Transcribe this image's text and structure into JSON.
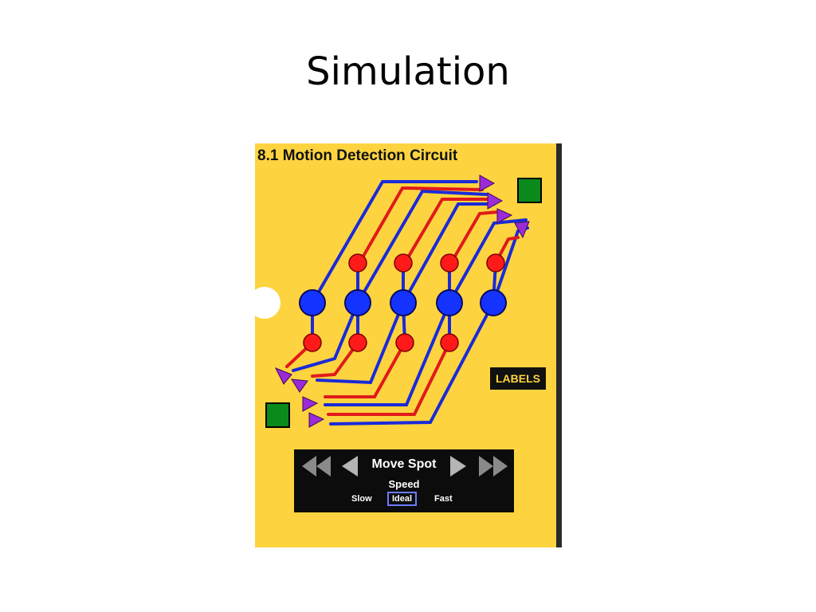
{
  "slide": {
    "title": "Simulation"
  },
  "simulation": {
    "heading": "8.1 Motion Detection Circuit",
    "labels_button": "LABELS",
    "controls": {
      "move_spot_label": "Move Spot",
      "speed_label": "Speed",
      "speed_options": [
        "Slow",
        "Ideal",
        "Fast"
      ],
      "selected_speed": "Ideal"
    },
    "colors": {
      "background": "#fdd440",
      "excitatory": "#ff1a1a",
      "inhibitory": "#1a2ad8",
      "receptor": "#1533ff",
      "detector": "#9b2bd6",
      "output": "#0a8a1a"
    },
    "icons": [
      "rewind-icon",
      "step-back-icon",
      "step-forward-icon",
      "fast-forward-icon"
    ]
  }
}
